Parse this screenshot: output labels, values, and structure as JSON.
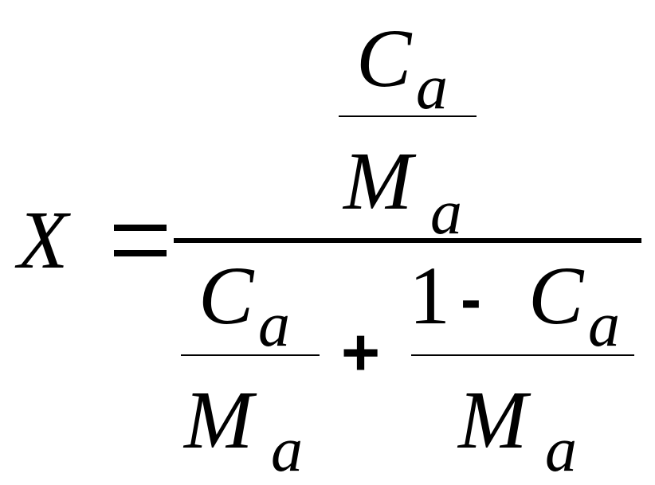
{
  "equation": {
    "lhs": "X",
    "equals": "=",
    "numerator": {
      "top": {
        "symbol": "C",
        "subscript": "a"
      },
      "bottom": {
        "symbol": "M",
        "subscript": "a"
      }
    },
    "denominator": {
      "left": {
        "top": {
          "symbol": "C",
          "subscript": "a"
        },
        "bottom": {
          "symbol": "M",
          "subscript": "a"
        }
      },
      "plus": "+",
      "right": {
        "top": {
          "one": "1",
          "minus": "-",
          "symbol": "C",
          "subscript": "a"
        },
        "bottom": {
          "symbol": "M",
          "subscript": "a"
        }
      }
    }
  }
}
